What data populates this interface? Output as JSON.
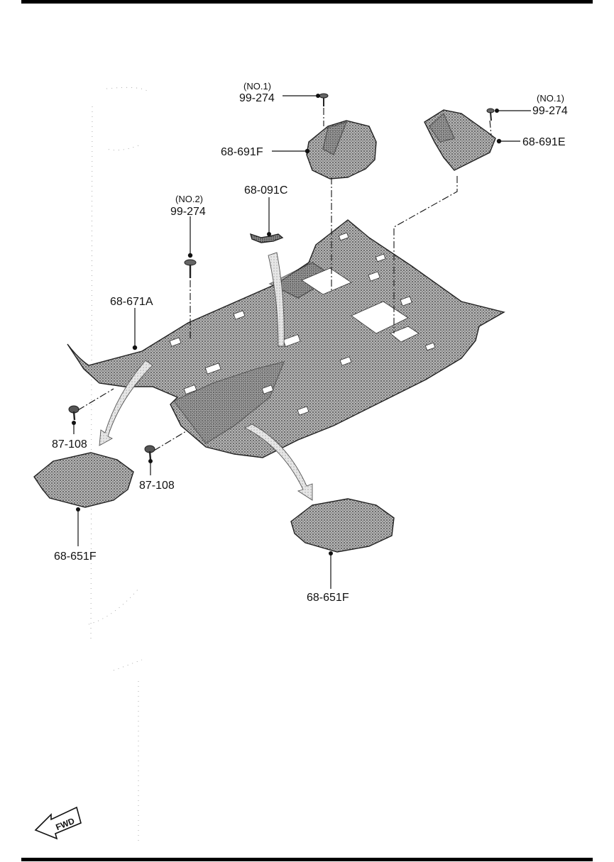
{
  "labels": {
    "top_center_note": "(NO.1)",
    "top_center_part": "99-274",
    "top_right_note": "(NO.1)",
    "top_right_part": "99-274",
    "cover_left": "68-691F",
    "cover_right": "68-691E",
    "clip_center": "68-091C",
    "mid_left_note": "(NO.2)",
    "mid_left_part": "99-274",
    "main_carpet": "68-671A",
    "clip_left": "87-108",
    "clip_mid": "87-108",
    "mat_left": "68-651F",
    "mat_right": "68-651F",
    "fwd": "FWD"
  },
  "icons": {
    "fwd_arrow": "fwd-arrow-icon",
    "fastener": "screw-icon",
    "clip": "push-clip-icon"
  },
  "colors": {
    "border": "#000000",
    "line": "#111111",
    "part_fill": "#8a8a8a",
    "background": "#ffffff"
  }
}
